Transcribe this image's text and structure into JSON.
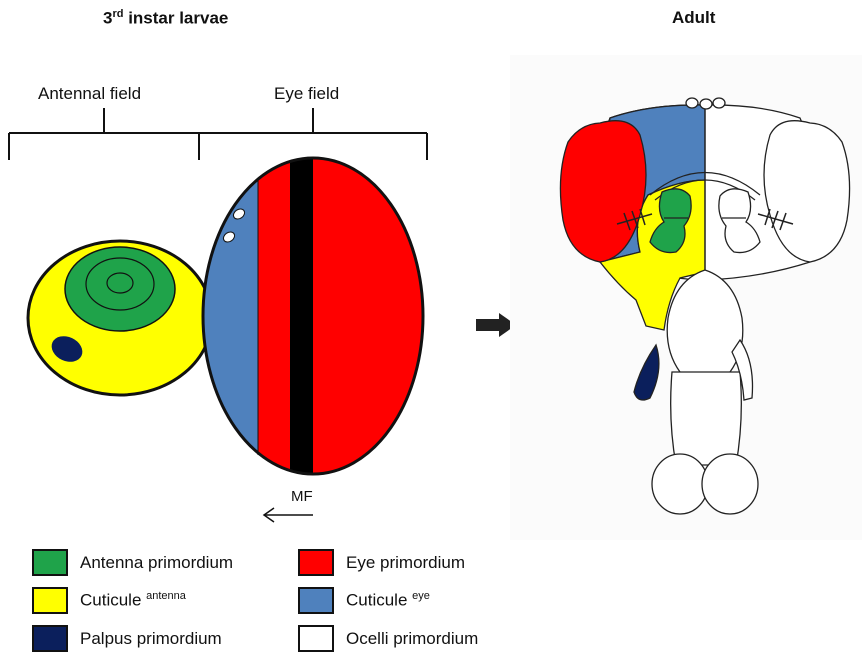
{
  "larvae": {
    "title_main": "3",
    "title_sup": "rd",
    "title_rest": " instar larvae",
    "antennal_field_label": "Antennal field",
    "eye_field_label": "Eye field",
    "mf_label": "MF"
  },
  "adult": {
    "title": "Adult"
  },
  "colors": {
    "antenna_primordium": "#1fa34a",
    "cuticule_antenna": "#ffff00",
    "palpus_primordium": "#0b1f5c",
    "eye_primordium": "#ff0000",
    "cuticule_eye": "#4f81bd",
    "ocelli_primordium": "#ffffff",
    "furrow": "#000000"
  },
  "legend": {
    "antenna": "Antenna primordium",
    "cuticule_antenna_main": "Cuticule ",
    "cuticule_antenna_sup": "antenna",
    "palpus": "Palpus primordium",
    "eye": "Eye primordium",
    "cuticule_eye_main": "Cuticule ",
    "cuticule_eye_sup": "eye",
    "ocelli": "Ocelli primordium"
  }
}
